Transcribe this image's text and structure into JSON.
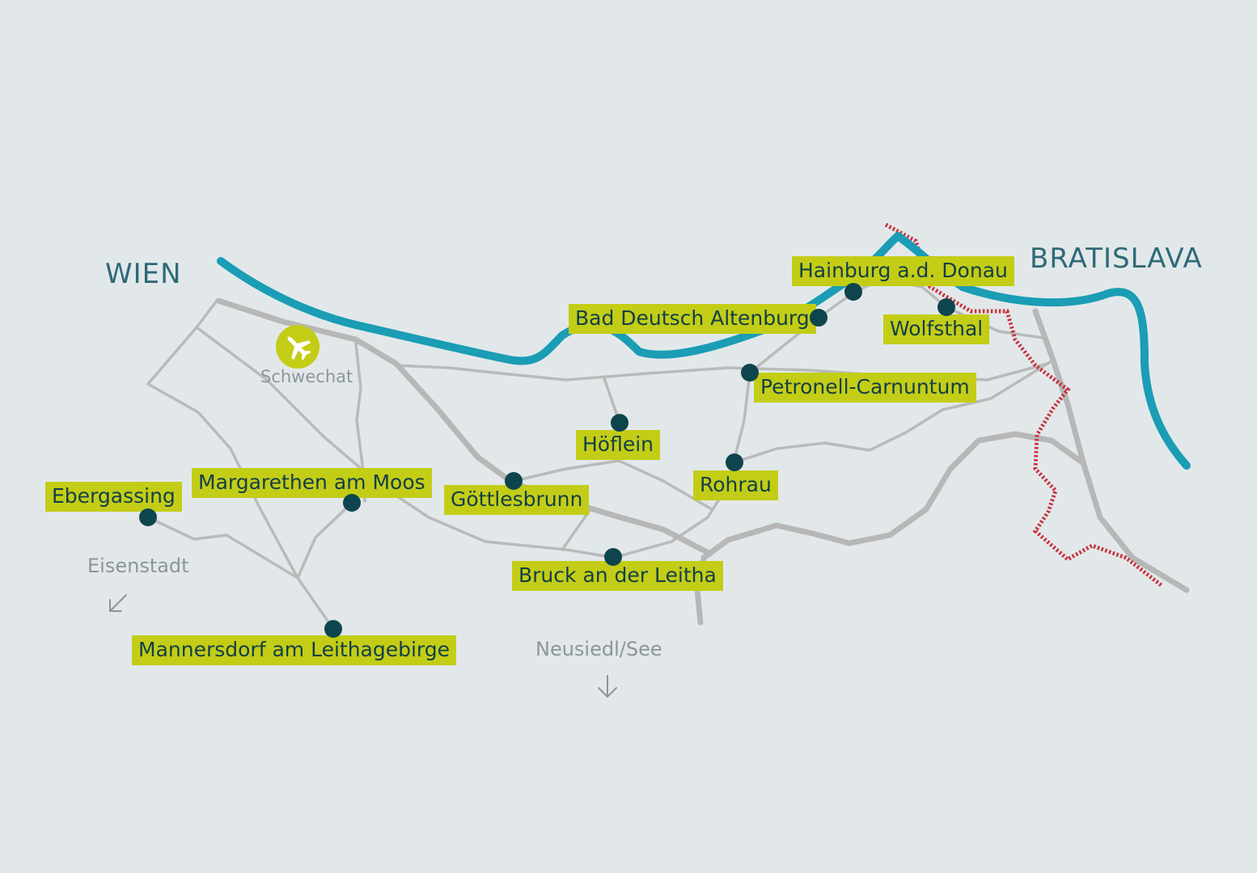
{
  "cities": {
    "wien": "WIEN",
    "bratislava": "BRATISLAVA"
  },
  "airport": {
    "label": "Schwechat",
    "icon": "airplane-icon",
    "color": "#c3cd16"
  },
  "directions": {
    "eisenstadt": "Eisenstadt",
    "neusiedl": "Neusiedl/See"
  },
  "towns": {
    "hainburg": "Hainburg a.d. Donau",
    "bad_deutsch_altenburg": "Bad Deutsch Altenburg",
    "wolfsthal": "Wolfsthal",
    "petronell_carnuntum": "Petronell-Carnuntum",
    "hoeflein": "Höflein",
    "rohrau": "Rohrau",
    "margarethen": "Margarethen am Moos",
    "ebergassing": "Ebergassing",
    "goettlesbrunn": "Göttlesbrunn",
    "bruck": "Bruck an der Leitha",
    "mannersdorf": "Mannersdorf am Leithagebirge"
  },
  "colors": {
    "background": "#e2e8ea",
    "river": "#1a9db5",
    "road": "#bababa",
    "border": "#c8323c",
    "label_bg": "#c3cd16",
    "label_text": "#123f48",
    "marker": "#0e454d",
    "city_text": "#2e6a78",
    "hint_text": "#8c9597"
  }
}
